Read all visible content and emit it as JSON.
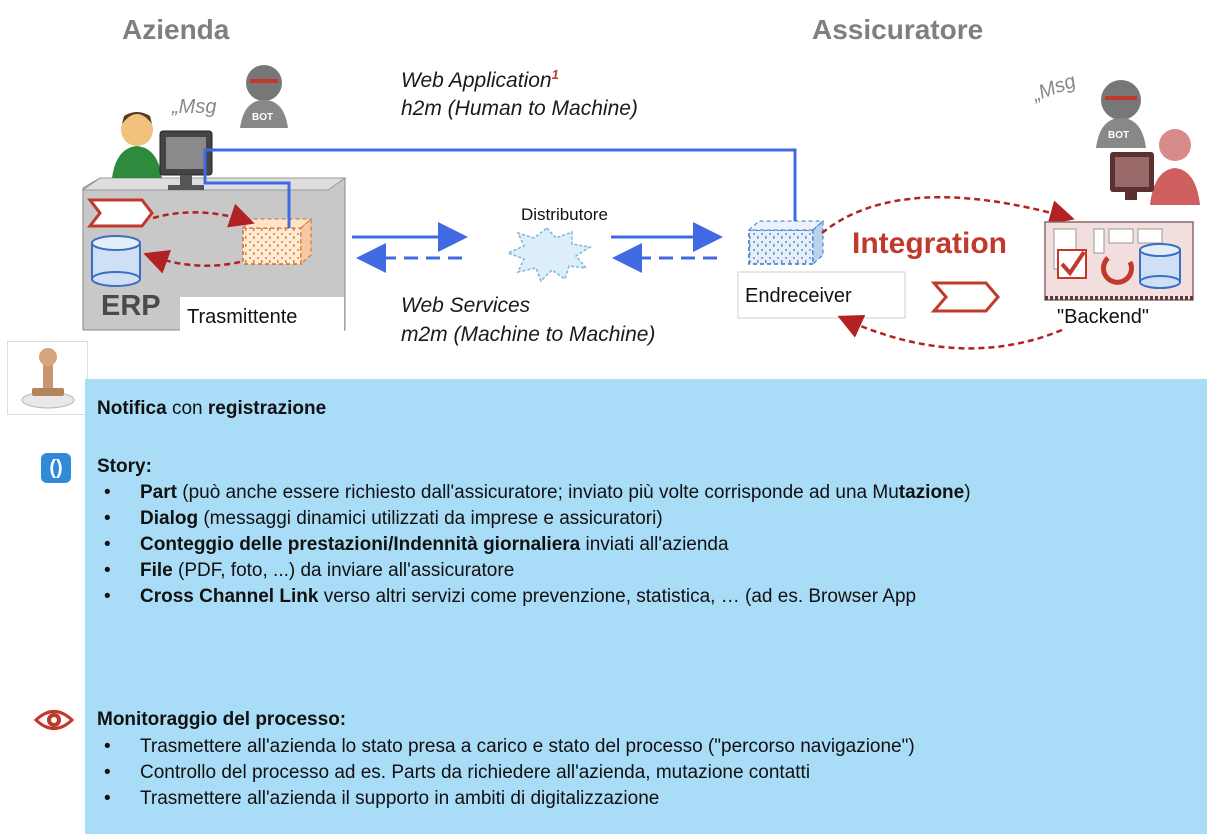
{
  "header": {
    "left_title": "Azienda",
    "right_title": "Assicuratore"
  },
  "diagram": {
    "web_app_line1": "Web Application",
    "web_app_footnote": "1",
    "web_app_line2": "h2m (Human to Machine)",
    "web_services_line1": "Web Services",
    "web_services_line2": "m2m (Machine to Machine)",
    "distributor": "Distributore",
    "erp": "ERP",
    "trasmittente": "Trasmittente",
    "endreceiver": "Endreceiver",
    "integration": "Integration",
    "backend": "\"Backend\"",
    "msg_left": "„Msg",
    "msg_right": "„Msg",
    "bot": "BOT",
    "accent_color": "#4169e1",
    "integration_color": "#c0392b"
  },
  "panel": {
    "background": "#a9dcf7",
    "notifica": {
      "b1": "Notifica",
      "t1": " con ",
      "b2": "registrazione"
    },
    "story": {
      "title": "Story:",
      "items": [
        {
          "bold": "Part",
          "text": " (può anche essere richiesto dall'assicuratore; inviato più volte corrisponde ad una Mu",
          "bold2": "tazione",
          "text2": ")"
        },
        {
          "bold": "Dialog",
          "text": " (messaggi dinamici utilizzati da imprese e assicuratori)"
        },
        {
          "bold": "Conteggio delle prestazioni/Indennità giornaliera",
          "text": " inviati all'azienda"
        },
        {
          "bold": "File",
          "text": " (PDF, foto, ...) da inviare all'assicuratore"
        },
        {
          "bold": "Cross Channel Link",
          "text": " verso altri servizi come prevenzione, statistica, … (ad es. Browser App"
        }
      ]
    },
    "monitor": {
      "title": "Monitoraggio del processo:",
      "items": [
        "Trasmettere all'azienda lo stato presa a carico e stato del processo (\"percorso navigazione\")",
        "Controllo del processo ad es. Parts da richiedere all'azienda, mutazione contatti",
        "Trasmettere all'azienda il supporto in ambiti di digitalizzazione"
      ]
    }
  }
}
